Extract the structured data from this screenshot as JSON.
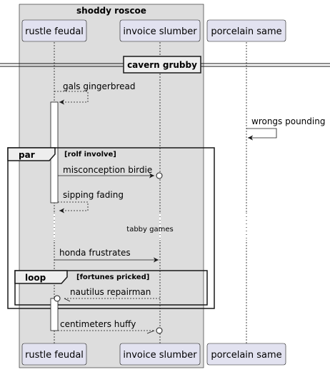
{
  "box": {
    "title": "shoddy roscoe"
  },
  "participants": [
    {
      "id": "rustle",
      "label": "rustle feudal"
    },
    {
      "id": "invoice",
      "label": "invoice slumber"
    },
    {
      "id": "porcelain",
      "label": "porcelain same"
    }
  ],
  "divider": {
    "label": "cavern grubby"
  },
  "messages": {
    "m1": "gals gingerbread",
    "m2": "wrongs pounding",
    "m3": "misconception birdie",
    "m4": "sipping fading",
    "m5": "honda frustrates",
    "m6": "nautilus repairman",
    "m7": "centimeters huffy"
  },
  "delay": {
    "label": "tabby games"
  },
  "fragments": {
    "par": {
      "keyword": "par",
      "guard": "[rolf involve]"
    },
    "loop": {
      "keyword": "loop",
      "guard": "[fortunes pricked]"
    }
  },
  "colors": {
    "box_fill": "#dddddd",
    "participant_fill": "#e2e2f0",
    "line": "#181818"
  }
}
